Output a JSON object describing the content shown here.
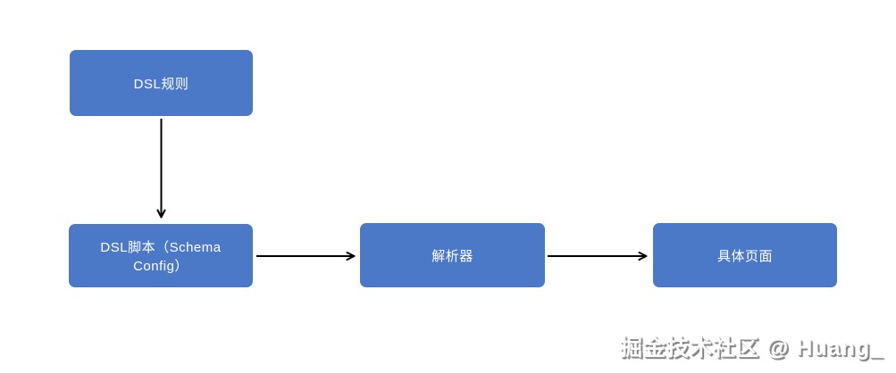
{
  "diagram": {
    "nodes": [
      {
        "id": "dsl-rules",
        "label": "DSL规则"
      },
      {
        "id": "dsl-script",
        "label": "DSL脚本（Schema Config）"
      },
      {
        "id": "parser",
        "label": "解析器"
      },
      {
        "id": "page",
        "label": "具体页面"
      }
    ],
    "edges": [
      {
        "from": "dsl-rules",
        "to": "dsl-script",
        "direction": "down"
      },
      {
        "from": "dsl-script",
        "to": "parser",
        "direction": "right"
      },
      {
        "from": "parser",
        "to": "page",
        "direction": "right"
      }
    ],
    "colors": {
      "node_fill": "#4b79c8",
      "node_text": "#ffffff",
      "arrow": "#000000"
    }
  },
  "watermark": {
    "text": "掘金技术社区 @ Huang_"
  }
}
